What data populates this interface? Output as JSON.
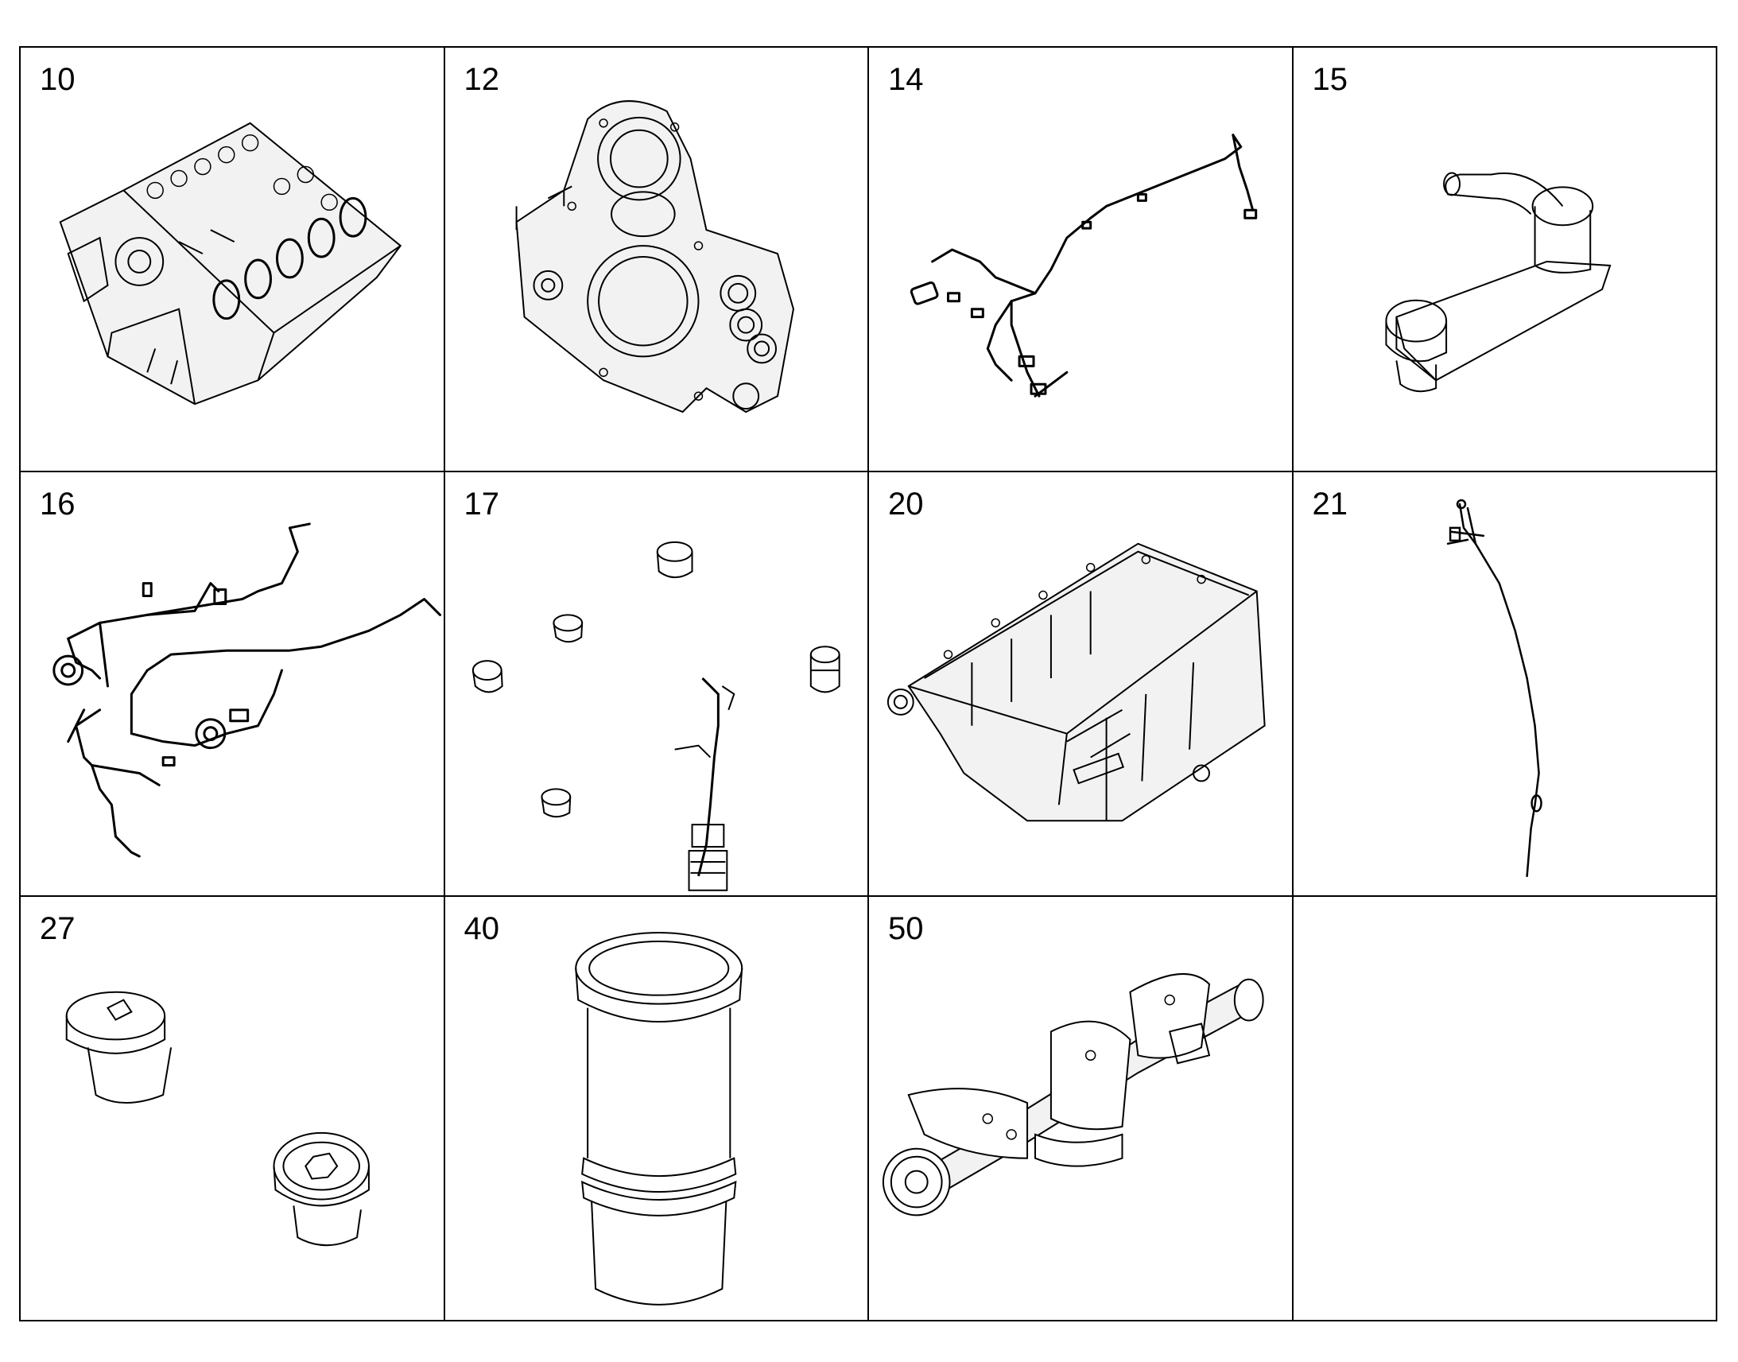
{
  "parts": [
    {
      "number": "10",
      "icon": "engine-block-icon"
    },
    {
      "number": "12",
      "icon": "timing-case-cover-icon"
    },
    {
      "number": "14",
      "icon": "wiring-harness-icon"
    },
    {
      "number": "15",
      "icon": "oil-filter-head-icon"
    },
    {
      "number": "16",
      "icon": "pipe-harness-icon"
    },
    {
      "number": "17",
      "icon": "plugs-and-sensor-icon"
    },
    {
      "number": "20",
      "icon": "oil-pan-icon"
    },
    {
      "number": "21",
      "icon": "dipstick-icon"
    },
    {
      "number": "27",
      "icon": "screw-plug-icon"
    },
    {
      "number": "40",
      "icon": "cylinder-liner-icon"
    },
    {
      "number": "50",
      "icon": "crankshaft-icon"
    },
    {
      "number": "",
      "icon": ""
    }
  ]
}
